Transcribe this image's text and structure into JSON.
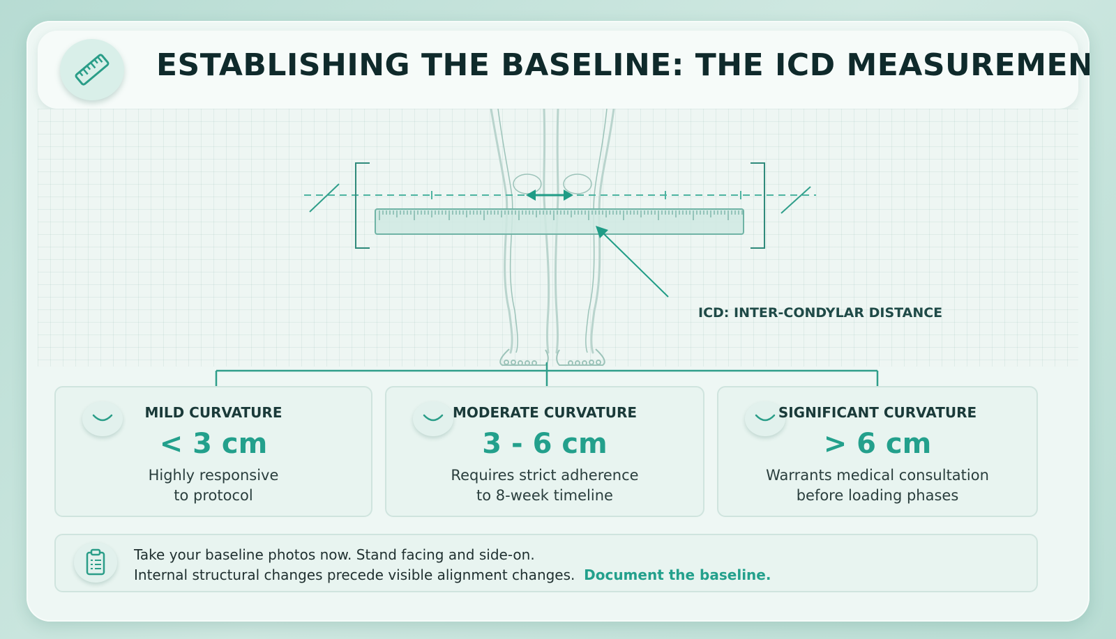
{
  "header": {
    "title": "ESTABLISHING THE BASELINE: THE ICD MEASUREMENT",
    "icon": "ruler-icon"
  },
  "diagram": {
    "label": "ICD: INTER-CONDYLAR DISTANCE"
  },
  "tiers": [
    {
      "title": "MILD CURVATURE",
      "value": "< 3 cm",
      "desc_line1": "Highly responsive",
      "desc_line2": "to protocol",
      "icon": "smile-icon"
    },
    {
      "title": "MODERATE CURVATURE",
      "value": "3 - 6 cm",
      "desc_line1": "Requires strict adherence",
      "desc_line2": "to 8-week timeline",
      "icon": "smile-icon"
    },
    {
      "title": "SIGNIFICANT CURVATURE",
      "value": "> 6 cm",
      "desc_line1": "Warrants medical consultation",
      "desc_line2": "before loading phases",
      "icon": "smile-icon"
    }
  ],
  "note": {
    "line1": "Take your baseline photos now. Stand facing and side-on.",
    "line2": "Internal structural changes precede visible alignment changes.",
    "emphasis": "Document the baseline.",
    "icon": "clipboard-icon"
  },
  "colors": {
    "accent": "#23a08c",
    "title": "#0f2a2b",
    "card": "#eef7f4"
  }
}
